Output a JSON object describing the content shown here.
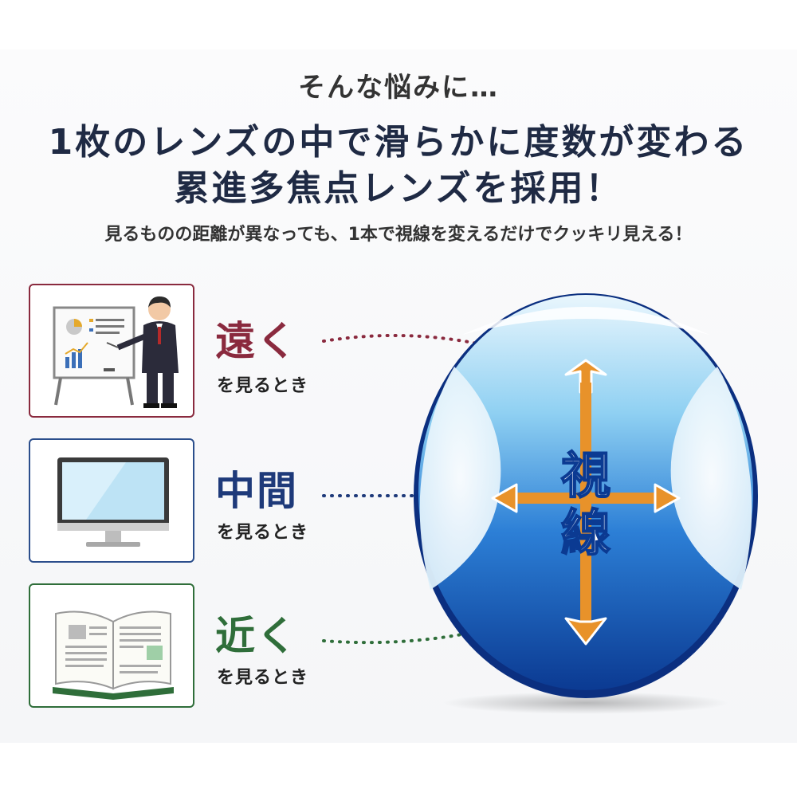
{
  "header": {
    "lead": "そんな悩みに…",
    "headline_line1": "1枚のレンズの中で滑らかに度数が変わる",
    "headline_line2": "累進多焦点レンズを採用！",
    "subline": "見るものの距離が異なっても、1本で視線を変えるだけでクッキリ見える！"
  },
  "zones": [
    {
      "title": "遠く",
      "sub": "を見るとき",
      "color": "#8a2a3e",
      "icon": "presentation-board-icon"
    },
    {
      "title": "中間",
      "sub": "を見るとき",
      "color": "#1e3a7a",
      "icon": "monitor-icon"
    },
    {
      "title": "近く",
      "sub": "を見るとき",
      "color": "#2f6e3a",
      "icon": "open-book-icon"
    }
  ],
  "lens": {
    "label_line1": "視",
    "label_line2": "線",
    "arrow_color": "#e8922a",
    "lens_color": "#1a5cc4"
  }
}
